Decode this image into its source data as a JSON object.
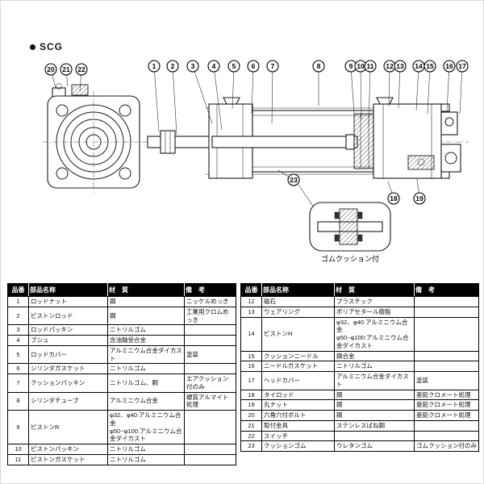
{
  "title": "SCG",
  "diagram": {
    "detail_label": "ゴムクッション付",
    "callout_labels": [
      "20",
      "21",
      "22",
      "1",
      "2",
      "3",
      "4",
      "5",
      "6",
      "7",
      "8",
      "9",
      "10",
      "11",
      "12",
      "13",
      "14",
      "15",
      "16",
      "17",
      "23",
      "18",
      "19"
    ]
  },
  "table_left": {
    "headers": [
      "品番",
      "部品名称",
      "材　質",
      "備　考"
    ],
    "rows": [
      [
        "1",
        "ロッドナット",
        "鋼",
        "ニッケルめっき"
      ],
      [
        "2",
        "ピストンロッド",
        "鋼",
        "工業用クロムめっき"
      ],
      [
        "3",
        "ロッドパッキン",
        "ニトリルゴム",
        ""
      ],
      [
        "4",
        "ブシュ",
        "含油軸受合金",
        ""
      ],
      [
        "5",
        "ロッドカバー",
        "アルミニウム合金ダイカスト",
        "塗装"
      ],
      [
        "6",
        "シリンダガスケット",
        "ニトリルゴム",
        ""
      ],
      [
        "7",
        "クッションパッキン",
        "ニトリルゴム、鋼",
        "エアクッション付のみ"
      ],
      [
        "8",
        "シリンダチューブ",
        "アルミニウム合金",
        "硬質アルマイト処理"
      ],
      [
        "9",
        "ピストンR",
        "φ32、φ40:アルミニウム合金\nφ50~φ100:アルミニウム合金ダイカスト",
        ""
      ],
      [
        "10",
        "ピストンパッキン",
        "ニトリルゴム",
        ""
      ],
      [
        "11",
        "ピストンガスケット",
        "ニトリルゴム",
        ""
      ]
    ]
  },
  "table_right": {
    "headers": [
      "品番",
      "部品名称",
      "材　質",
      "備　考"
    ],
    "rows": [
      [
        "12",
        "磁石",
        "プラスチック",
        ""
      ],
      [
        "13",
        "ウェアリング",
        "ポリアセタール樹脂",
        ""
      ],
      [
        "14",
        "ピストンH",
        "φ32、φ40:アルミニウム合金\nφ50~φ100:アルミニウム合金ダイカスト",
        ""
      ],
      [
        "15",
        "クッションニードル",
        "鋼合金",
        ""
      ],
      [
        "16",
        "ニードルガスケット",
        "ニトリルゴム",
        ""
      ],
      [
        "17",
        "ヘッドカバー",
        "アルミニウム合金ダイカスト",
        "塗装"
      ],
      [
        "18",
        "タイロッド",
        "鋼",
        "亜鉛クロメート処理"
      ],
      [
        "19",
        "丸ナット",
        "鋼",
        "亜鉛クロメート処理"
      ],
      [
        "20",
        "六角穴付ボルト",
        "鋼",
        "亜鉛クロメート処理"
      ],
      [
        "21",
        "取付金具",
        "ステンレスばね鋼",
        ""
      ],
      [
        "22",
        "スイッチ",
        "",
        ""
      ],
      [
        "23",
        "クッションゴム",
        "ウレタンゴム",
        "ゴムクッション付のみ"
      ]
    ]
  }
}
